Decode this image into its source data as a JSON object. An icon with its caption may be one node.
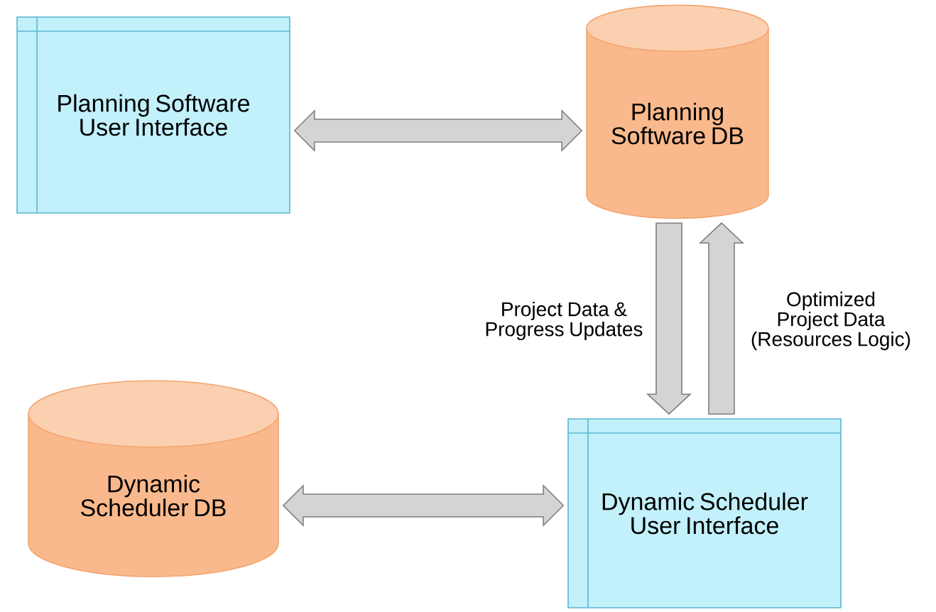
{
  "diagram": {
    "nodes": [
      {
        "text": [
          "Planning Software User Interface"
        ]
      },
      {
        "text": [
          "Planning Software DB"
        ]
      },
      {
        "text": [
          "Dynamic Scheduler DB"
        ]
      },
      {
        "text": [
          "Dynamic Scheduler User Interface"
        ]
      }
    ],
    "edges": [
      {
        "from": 0,
        "to": 1,
        "arrow": "both"
      },
      {
        "from": 1,
        "to": 3,
        "arrow": "to",
        "label": "Project Data & Progress Updates"
      },
      {
        "from": 3,
        "to": 1,
        "arrow": "to",
        "label": "Optimized Project Data (Resources Logic)"
      },
      {
        "from": 2,
        "to": 3,
        "arrow": "both"
      }
    ]
  }
}
